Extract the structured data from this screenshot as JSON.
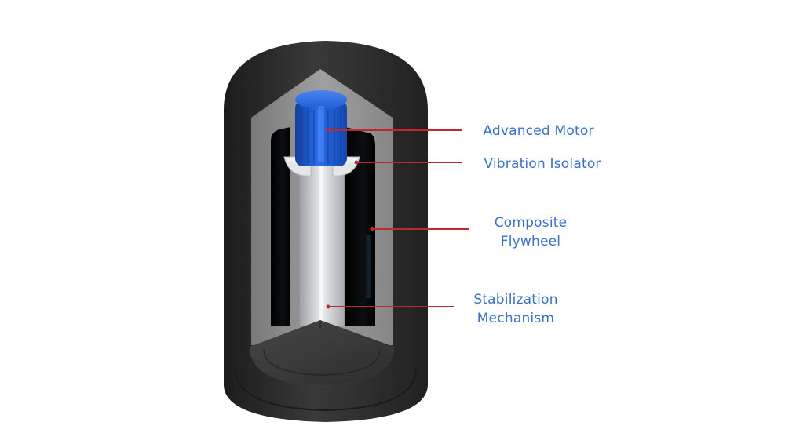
{
  "colors": {
    "label_text": "#3b6fc9",
    "leader_line": "#c1272d",
    "shell_dark": "#2b2b2b",
    "shell_mid": "#3a3a3a",
    "insulation": "#9a9a9a",
    "cavity": "#050608",
    "shaft": "#d8dadc",
    "motor_blue": "#1f5fd6"
  },
  "components": [
    {
      "id": "advanced-motor",
      "lines": [
        "Advanced Motor"
      ]
    },
    {
      "id": "vibration-isolator",
      "lines": [
        "Vibration Isolator"
      ]
    },
    {
      "id": "composite-flywheel",
      "lines": [
        "Composite",
        "Flywheel"
      ]
    },
    {
      "id": "stabilization-mechanism",
      "lines": [
        "Stabilization",
        "Mechanism"
      ]
    }
  ]
}
